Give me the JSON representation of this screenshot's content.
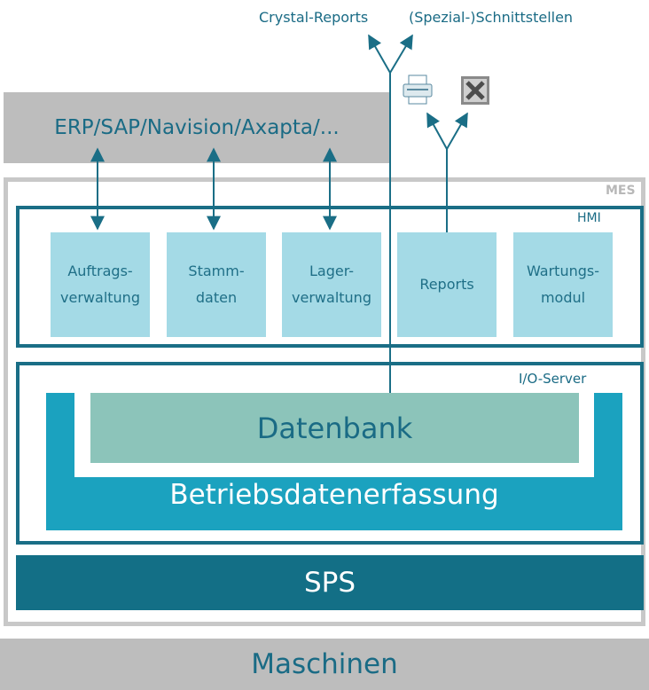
{
  "external": {
    "crystal_reports": "Crystal-Reports",
    "schnittstellen": "(Spezial-)Schnittstellen"
  },
  "erp": {
    "label": "ERP/SAP/Navision/Axapta/..."
  },
  "mes": {
    "label": "MES"
  },
  "hmi": {
    "label": "HMI",
    "modules": [
      "Auftrags-\nverwaltung",
      "Stamm-\ndaten",
      "Lager-\nverwaltung",
      "Reports",
      "Wartungs-\nmodul"
    ]
  },
  "io_server": {
    "label": "I/O-Server"
  },
  "datenbank": {
    "label": "Datenbank"
  },
  "bde": {
    "label": "Betriebsdatenerfassung"
  },
  "sps": {
    "label": "SPS"
  },
  "maschinen": {
    "label": "Maschinen"
  },
  "icons": [
    "printer-icon",
    "excel-icon"
  ],
  "colors": {
    "dark_teal": "#1a6e86",
    "light_blue": "#a4dae6",
    "bde_blue": "#1ba2bf",
    "db_green": "#8cc4ba",
    "gray": "#bdbdbd"
  }
}
